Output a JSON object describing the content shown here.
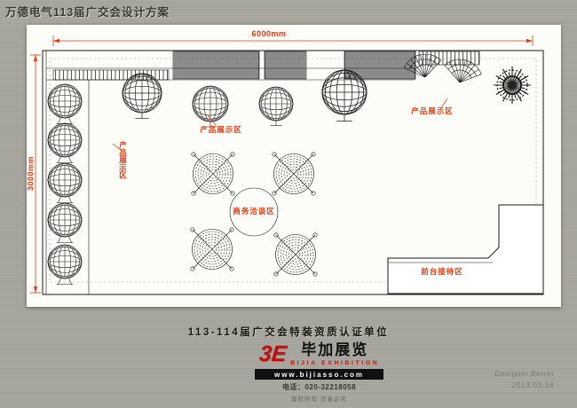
{
  "header": {
    "title": "万德电气113届广交会设计方案"
  },
  "plan": {
    "dim_horizontal": "6000mm",
    "dim_vertical": "3000mm",
    "labels": {
      "product_display_top": "产品展示区",
      "product_display_left": "产品展示区",
      "product_display_right": "产品展示区",
      "negotiation": "商务洽谈区",
      "reception": "前台接待区"
    }
  },
  "footer": {
    "certification": "113-114届广交会特装资质认证单位",
    "logo_mark": "3E",
    "brand_cn": "毕加展览",
    "brand_en": "BIJIA EXHIBITION",
    "website": "www.bijiasso.com",
    "phone": "电话：020-32218058",
    "copyright": "版权所有 违者必究",
    "designer": "Designer,Berret",
    "date": "2013.03.14"
  },
  "colors": {
    "dimension_red": "#e8380c",
    "brand_red": "#c40e0e",
    "background": "#a8a79f",
    "paper": "#fcfcf9"
  }
}
